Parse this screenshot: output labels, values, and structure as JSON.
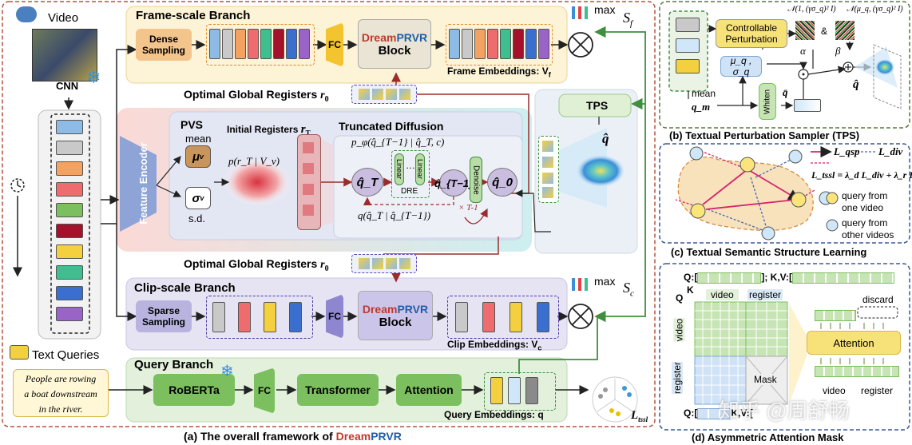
{
  "colors": {
    "dream_red": "#c0392b",
    "prvr_blue": "#1f5fa8",
    "frame_bg": "#fdf3d6",
    "clip_bg": "#e6e4f3",
    "query_bg": "#e2f0dc",
    "outer_border": "#b5543f",
    "fc_blue": "#8ea3d6",
    "green_box": "#7bbf5e",
    "orange_box": "#f3c48c"
  },
  "overall": {
    "video_label": "Video",
    "cnn_label": "CNN",
    "frame_branch_title": "Frame-scale Branch",
    "dense_sampling": [
      "Dense",
      "Sampling"
    ],
    "fc": "FC",
    "block_dream": "Dream",
    "block_prvr": "PRVR",
    "block_word": "Block",
    "frame_embeddings": "Frame Embeddings: V",
    "frame_embeddings_sub": "f",
    "max_label": "max",
    "s_f": "S",
    "s_f_sub": "f",
    "s_c": "S",
    "s_c_sub": "c",
    "optimal_registers": "Optimal Global Registers",
    "r0": "r",
    "r0_sub": "0",
    "pvs": "PVS",
    "mean": "mean",
    "sd": "s.d.",
    "mu_v": "μ",
    "sigma_v": "σ",
    "v_sub": "v",
    "feature_encoder": "Feature Encoder",
    "initial_registers": "Initial Registers",
    "r_T": "r",
    "r_T_sub": "T",
    "p_rT_V": "p(r_T | V_v)",
    "truncated_diffusion": "Truncated Diffusion",
    "p_phi": "p_φ(q̂_{T−1} | q̂_T, c)",
    "q_dist": "q(q̂_T | q̂_{T−1})",
    "q_hat_T": "q̂_T",
    "q_hat_T1": "q̂_{T−1}",
    "q_hat_0": "q̂_0",
    "linear": "Linear",
    "ellipsis": "…",
    "dre": "DRE",
    "denoise": "Denoise",
    "times_T1": "× T-1",
    "tps": "TPS",
    "q_hat": "q̂",
    "clip_branch_title": "Clip-scale Branch",
    "sparse_sampling": [
      "Sparse",
      "Sampling"
    ],
    "clip_embeddings": "Clip Embeddings: V",
    "clip_embeddings_sub": "c",
    "text_queries": "Text Queries",
    "query_text": [
      "People are rowing",
      "a boat downstream",
      "in the river."
    ],
    "query_branch_title": "Query Branch",
    "roberta": "RoBERTa",
    "transformer": "Transformer",
    "attention": "Attention",
    "query_embeddings": "Query Embeddings: q",
    "l_tssl": "L",
    "l_tssl_sub": "tssl",
    "caption_prefix": "(a) The overall framework of",
    "caption_dream": "Dream",
    "caption_prvr": "PRVR"
  },
  "tps_panel": {
    "controllable": [
      "Controllable",
      "Perturbation"
    ],
    "normal1": "𝒩(1, (γσ_q)² I)",
    "normal2": "𝒩(μ_q, (γσ_q)² I)",
    "amp": "&",
    "alpha": "α",
    "beta": "β",
    "mu_sigma": "μ_q , σ_q",
    "mean": "mean",
    "q_m": "q_m",
    "whiten": "Whiten",
    "q_bar": "q̄",
    "q_hat": "q̂",
    "caption": "(b) Textual Perturbation Sampler (TPS)"
  },
  "tssl_panel": {
    "l_qsp": "L_qsp",
    "l_div": "L_div",
    "formula": "L_tssl = λ_d L_div + λ_r L_qsp",
    "legend1": [
      "query from",
      "one video"
    ],
    "legend2": [
      "query from",
      "other videos"
    ],
    "caption": "(c) Textual Semantic Structure Learning"
  },
  "mask_panel": {
    "q_header": "Q:[",
    "kv_header": "]; K,V:[",
    "q_letter": "Q",
    "k_letter": "K",
    "video": "video",
    "register": "register",
    "mask": "Mask",
    "discard": "discard",
    "attention": "Attention",
    "q_footer": "Q:[",
    "kv_footer": "K,V:[",
    "caption": "(d) Asymmetric Attention Mask"
  },
  "watermark": "知乎 @周舒畅"
}
